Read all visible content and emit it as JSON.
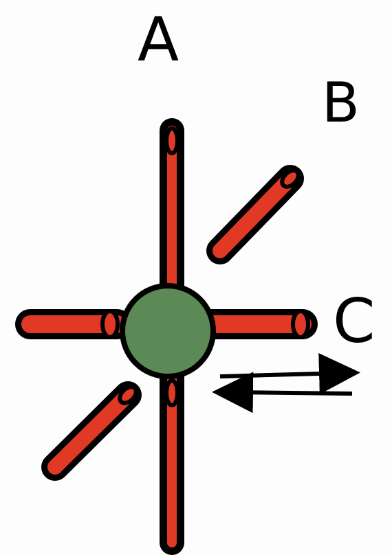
{
  "labels": {
    "a": "A",
    "b": "B",
    "c": "C"
  },
  "colors": {
    "rod_fill": "#e03a26",
    "rod_outline": "#000000",
    "hub_fill": "#5b8a56",
    "arrow": "#000000",
    "background": "#fdfdfd"
  }
}
